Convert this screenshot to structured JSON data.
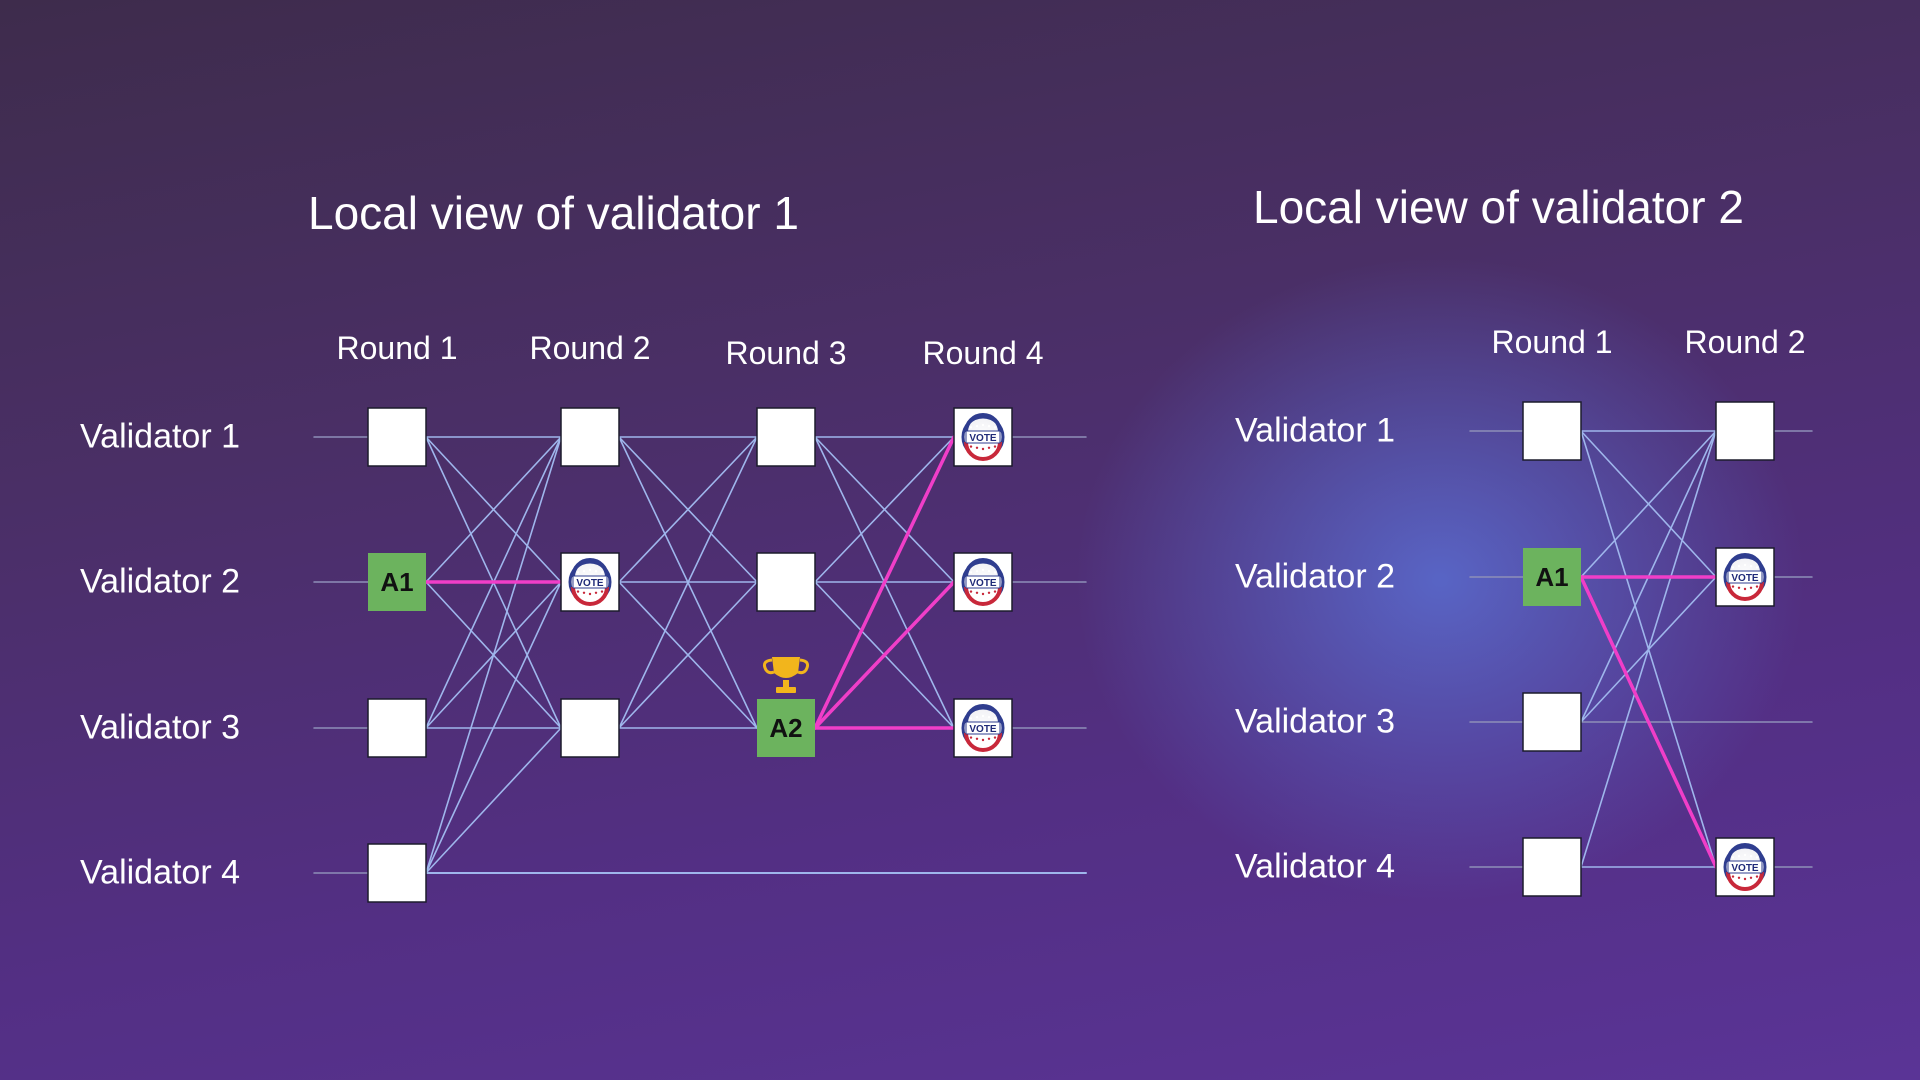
{
  "views": [
    {
      "id": "v1",
      "title": "Local view of validator 1",
      "rounds": [
        "Round 1",
        "Round 2",
        "Round 3",
        "Round 4"
      ],
      "validators": [
        "Validator 1",
        "Validator 2",
        "Validator 3",
        "Validator 4"
      ],
      "blocks": [
        {
          "round": 1,
          "validator": 1,
          "type": "plain"
        },
        {
          "round": 1,
          "validator": 2,
          "type": "anchor",
          "label": "A1"
        },
        {
          "round": 1,
          "validator": 3,
          "type": "plain"
        },
        {
          "round": 1,
          "validator": 4,
          "type": "plain"
        },
        {
          "round": 2,
          "validator": 1,
          "type": "plain"
        },
        {
          "round": 2,
          "validator": 2,
          "type": "vote",
          "label": "VOTE"
        },
        {
          "round": 2,
          "validator": 3,
          "type": "plain"
        },
        {
          "round": 3,
          "validator": 1,
          "type": "plain"
        },
        {
          "round": 3,
          "validator": 2,
          "type": "plain"
        },
        {
          "round": 3,
          "validator": 3,
          "type": "anchor",
          "label": "A2",
          "trophy": true
        },
        {
          "round": 4,
          "validator": 1,
          "type": "vote",
          "label": "VOTE"
        },
        {
          "round": 4,
          "validator": 2,
          "type": "vote",
          "label": "VOTE"
        },
        {
          "round": 4,
          "validator": 3,
          "type": "vote",
          "label": "VOTE"
        }
      ]
    },
    {
      "id": "v2",
      "title": "Local view of validator 2",
      "rounds": [
        "Round 1",
        "Round 2"
      ],
      "validators": [
        "Validator 1",
        "Validator 2",
        "Validator 3",
        "Validator 4"
      ],
      "blocks": [
        {
          "round": 1,
          "validator": 1,
          "type": "plain"
        },
        {
          "round": 1,
          "validator": 2,
          "type": "anchor",
          "label": "A1"
        },
        {
          "round": 1,
          "validator": 3,
          "type": "plain"
        },
        {
          "round": 1,
          "validator": 4,
          "type": "plain"
        },
        {
          "round": 2,
          "validator": 1,
          "type": "plain"
        },
        {
          "round": 2,
          "validator": 2,
          "type": "vote",
          "label": "VOTE"
        },
        {
          "round": 2,
          "validator": 4,
          "type": "vote",
          "label": "VOTE"
        }
      ]
    }
  ],
  "colors": {
    "edge": "#9fb6ec",
    "highlight": "#f03ec8",
    "anchor": "#6cb35e",
    "block": "#ffffff",
    "track": "#8e8fb8",
    "trophy": "#f2b51c"
  }
}
